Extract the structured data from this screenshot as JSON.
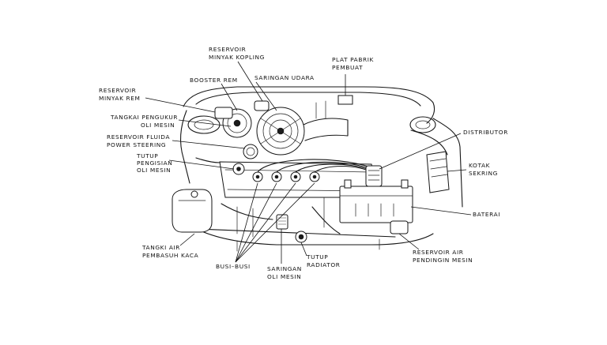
{
  "labels": {
    "reservoir_minyak_kopling": [
      "RESERVOIR",
      "MINYAK KOPLING"
    ],
    "booster_rem": [
      "BOOSTER REM"
    ],
    "saringan_udara": [
      "SARINGAN UDARA"
    ],
    "plat_pabrik": [
      "PLAT PABRIK",
      "PEMBUAT"
    ],
    "reservoir_minyak_rem": [
      "RESERVOIR",
      "MINYAK REM"
    ],
    "tangkai_pengukur": [
      "TANGKAI PENGUKUR",
      "OLI MESIN"
    ],
    "reservoir_fluida": [
      "RESERVOIR FLUIDA",
      "POWER STEERING"
    ],
    "tutup_pengisian": [
      "TUTUP",
      "PENGISIAN",
      "OLI MESIN"
    ],
    "distributor": [
      "DISTRIBUTOR"
    ],
    "kotak_sekring": [
      "KOTAK",
      "SEKRING"
    ],
    "baterai": [
      "BATERAI"
    ],
    "tangki_air": [
      "TANGKI AIR",
      "PEMBASUH KACA"
    ],
    "reservoir_air": [
      "RESERVOIR AIR",
      "PENDINGIN MESIN"
    ],
    "busi": [
      "BUSI–BUSI"
    ],
    "saringan_oli": [
      "SARINGAN",
      "OLI MESIN"
    ],
    "tutup_radiator": [
      "TUTUP",
      "RADIATOR"
    ]
  }
}
